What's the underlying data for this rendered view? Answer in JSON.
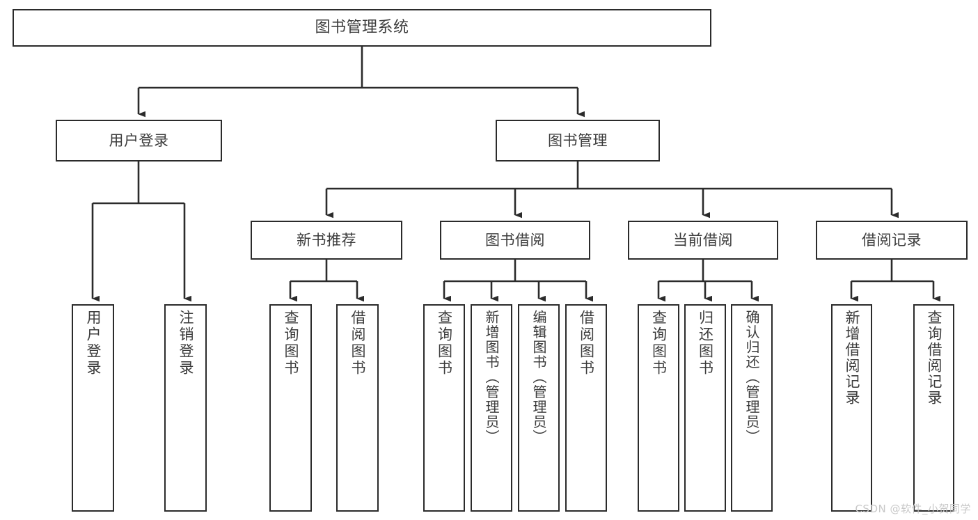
{
  "diagram": {
    "title": "图书管理系统",
    "type": "tree",
    "orientation": "top-down",
    "line_color": "#2b2b2b",
    "box_fill": "#ffffff",
    "text_color": "#3c3c3c",
    "watermark": "CSDN @软件_小贺同学"
  },
  "nodes": {
    "root": {
      "label": "图书管理系统"
    },
    "level2": [
      {
        "id": "user-login",
        "label": "用户登录"
      },
      {
        "id": "book-management",
        "label": "图书管理"
      }
    ],
    "level3": [
      {
        "id": "new-book-recommend",
        "label": "新书推荐"
      },
      {
        "id": "book-borrow",
        "label": "图书借阅"
      },
      {
        "id": "current-borrow",
        "label": "当前借阅"
      },
      {
        "id": "borrow-record",
        "label": "借阅记录"
      }
    ],
    "leaves": {
      "user-login": [
        {
          "id": "leaf-user-login",
          "label": "用户登录"
        },
        {
          "id": "leaf-logout",
          "label": "注销登录"
        }
      ],
      "new-book-recommend": [
        {
          "id": "leaf-query-book-1",
          "label": "查询图书"
        },
        {
          "id": "leaf-borrow-book-1",
          "label": "借阅图书"
        }
      ],
      "book-borrow": [
        {
          "id": "leaf-query-book-2",
          "label": "查询图书"
        },
        {
          "id": "leaf-add-book",
          "label": "新增图书（管理员）"
        },
        {
          "id": "leaf-edit-book",
          "label": "编辑图书（管理员）"
        },
        {
          "id": "leaf-borrow-book-2",
          "label": "借阅图书"
        }
      ],
      "current-borrow": [
        {
          "id": "leaf-query-book-3",
          "label": "查询图书"
        },
        {
          "id": "leaf-return-book",
          "label": "归还图书"
        },
        {
          "id": "leaf-confirm-return",
          "label": "确认归还（管理员）"
        }
      ],
      "borrow-record": [
        {
          "id": "leaf-add-record",
          "label": "新增借阅记录"
        },
        {
          "id": "leaf-query-record",
          "label": "查询借阅记录"
        }
      ]
    }
  }
}
